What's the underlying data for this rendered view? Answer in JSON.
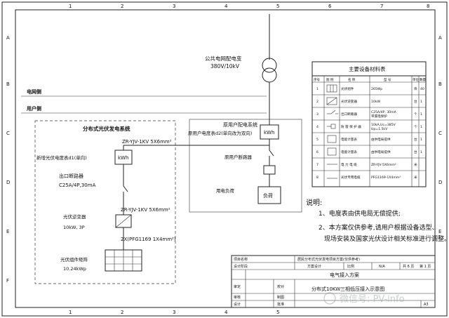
{
  "frame": {
    "column_numbers": [
      "1",
      "2",
      "3",
      "4",
      "5",
      "6",
      "7",
      "8"
    ],
    "row_letters": [
      "A",
      "B",
      "C",
      "D",
      "E",
      "F"
    ]
  },
  "zones": {
    "grid_side": "电网侧",
    "user_side": "用户侧"
  },
  "transformer": {
    "title": "公共电网配电变",
    "voltage": "380V/10kV"
  },
  "pv_system": {
    "title": "分布式光伏发电系统",
    "cable_top": "ZR-YJV-1KV 5X6mm²",
    "new_meter_label": "新增光伏电度表d1(单向)",
    "meter_kwh": "kWh",
    "outlet_breaker_title": "出口断路器",
    "outlet_breaker_spec": "C25A/4P,30mA",
    "cable_mid": "ZR-YJV-1KV 5X6mm²",
    "inverter_title": "光伏逆变器",
    "inverter_spec": "10kW, 3P",
    "cable_bottom": "2X(PFG1169 1X4mm²)",
    "array_title": "光伏组件矩阵",
    "array_spec": "10.24kWp"
  },
  "user_system": {
    "title": "原用户配电系统",
    "meter_label": "原用户电度表d2(单向改为双向)",
    "meter_kwh": "kWh",
    "breaker_label": "原用户断路器",
    "load_label": "用电负荷",
    "load_box": "负荷"
  },
  "equipment_table": {
    "title": "主要设备材料表",
    "headers": [
      "序号",
      "图 例",
      "名 称",
      "型 号",
      "单位",
      "数量"
    ],
    "rows": [
      {
        "no": "1",
        "name": "光伏组件",
        "model": "265Wp",
        "unit": "块",
        "qty": "40"
      },
      {
        "no": "2",
        "name": "光伏逆变器",
        "model": "10kW",
        "unit": "台",
        "qty": "1"
      },
      {
        "no": "3",
        "name": "出口断路器",
        "model": "C25A/4P, 30mA\n带漏电保护",
        "unit": "个",
        "qty": "1"
      },
      {
        "no": "4",
        "name": "防 雷 保 护 器",
        "model": "10kA,Uc=385V\nUp=1.5kV",
        "unit": "个",
        "qty": "1"
      },
      {
        "no": "5",
        "name": "电能计量表",
        "model": "由供电局提供",
        "unit": "台",
        "qty": "1"
      },
      {
        "no": "6",
        "name": "电能计量表",
        "model": "由供电局提供",
        "unit": "台",
        "qty": "1"
      },
      {
        "no": "7",
        "name": "电 力 电 缆",
        "model": "ZR-YJV-5X6mm²",
        "unit": "米",
        "qty": ""
      },
      {
        "no": "8",
        "name": "光伏专用电缆",
        "model": "PFG1169-1X4mm²",
        "unit": "米",
        "qty": ""
      }
    ]
  },
  "notes": {
    "title": "说明:",
    "items": [
      "1、电度表由供电局无偿提供;",
      "2、本方案仅供参考,请用户根据设备选型、",
      "现场安装及国家光伏设计相关标准进行调整。"
    ]
  },
  "title_block": {
    "project_label": "项目名称",
    "project_name": "居民分布式光伏发电项目方案(仅供参考)",
    "stage_label": "设计阶段",
    "stage_value": "方案设计",
    "scale_label": "比例",
    "scale_value": "N/A",
    "sheet_no": "共 6 页",
    "sheet_no2": "第 1 页",
    "drawing_title_1": "电气接入方案",
    "drawing_title_2": "分布式10KW三相低压接入示意图",
    "approve_label": "审定",
    "review_label": "审核",
    "design_label": "设计",
    "check_label": "校对",
    "draw_label": "制图",
    "ratify_label": "批准",
    "size": "A3"
  },
  "watermark": "微信号: PV-info"
}
